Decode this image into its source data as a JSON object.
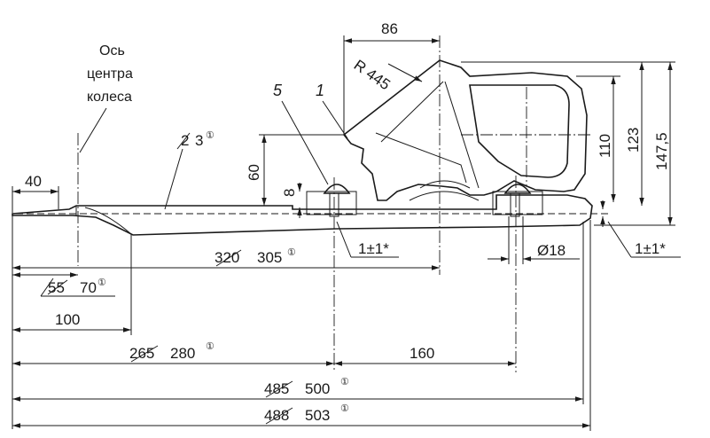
{
  "labels": {
    "axis_line1": "Ось",
    "axis_line2": "центра",
    "axis_line3": "колеса",
    "part_1": "1",
    "part_5": "5"
  },
  "dims": {
    "d86": "86",
    "r445": "R 445",
    "d110": "110",
    "d123": "123",
    "d147": "147,5",
    "d60": "60",
    "d8": "8",
    "d40": "40",
    "d23_old": "2",
    "d23_new": "3",
    "tol_left": "1±1*",
    "tol_right": "1±1*",
    "d18": "Ø18",
    "d320_old": "320",
    "d320_new": "305",
    "d55_old": "55",
    "d55_new": "70",
    "d100": "100",
    "d265_old": "265",
    "d265_new": "280",
    "d160": "160",
    "d485_old": "485",
    "d485_new": "500",
    "d488_old": "488",
    "d488_new": "503"
  },
  "marks": {
    "circled_1": "①"
  }
}
